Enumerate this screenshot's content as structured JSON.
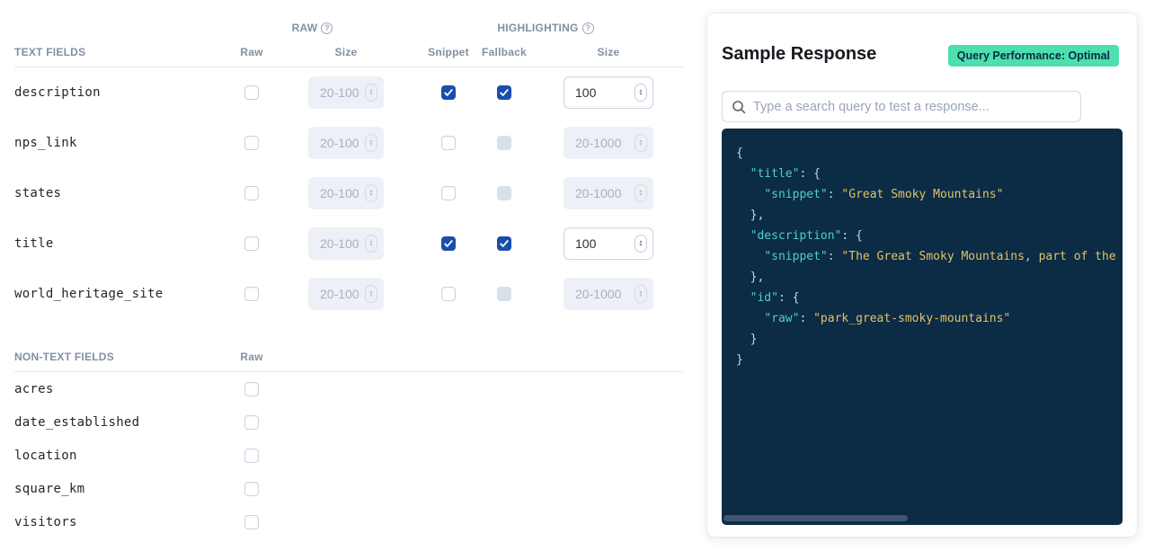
{
  "table": {
    "raw_group_label": "RAW",
    "highlighting_group_label": "HIGHLIGHTING",
    "help_icon_glyph": "?",
    "text_fields": {
      "header": "TEXT FIELDS",
      "col_raw": "Raw",
      "col_raw_size": "Size",
      "col_snippet": "Snippet",
      "col_fallback": "Fallback",
      "col_snippet_size": "Size",
      "size_placeholder": "20-1000",
      "rows": [
        {
          "name": "description",
          "raw": false,
          "raw_size": "",
          "snippet": true,
          "fallback": true,
          "snippet_size": "100"
        },
        {
          "name": "nps_link",
          "raw": false,
          "raw_size": "",
          "snippet": false,
          "fallback": null,
          "snippet_size": ""
        },
        {
          "name": "states",
          "raw": false,
          "raw_size": "",
          "snippet": false,
          "fallback": null,
          "snippet_size": ""
        },
        {
          "name": "title",
          "raw": false,
          "raw_size": "",
          "snippet": true,
          "fallback": true,
          "snippet_size": "100"
        },
        {
          "name": "world_heritage_site",
          "raw": false,
          "raw_size": "",
          "snippet": false,
          "fallback": null,
          "snippet_size": ""
        }
      ]
    },
    "non_text_fields": {
      "header": "NON-TEXT FIELDS",
      "col_raw": "Raw",
      "rows": [
        {
          "name": "acres",
          "raw": false
        },
        {
          "name": "date_established",
          "raw": false
        },
        {
          "name": "location",
          "raw": false
        },
        {
          "name": "square_km",
          "raw": false
        },
        {
          "name": "visitors",
          "raw": false
        }
      ]
    }
  },
  "sample_response": {
    "title": "Sample Response",
    "badge": "Query Performance: Optimal",
    "badge_color": "#4ce0ac",
    "search_placeholder": "Type a search query to test a response...",
    "code_lines": [
      [
        [
          "p",
          "{"
        ]
      ],
      [
        [
          "p",
          "  "
        ],
        [
          "k",
          "\"title\""
        ],
        [
          "p",
          ": {"
        ]
      ],
      [
        [
          "p",
          "    "
        ],
        [
          "k",
          "\"snippet\""
        ],
        [
          "p",
          ": "
        ],
        [
          "s",
          "\"Great Smoky Mountains\""
        ]
      ],
      [
        [
          "p",
          "  },"
        ]
      ],
      [
        [
          "p",
          "  "
        ],
        [
          "k",
          "\"description\""
        ],
        [
          "p",
          ": {"
        ]
      ],
      [
        [
          "p",
          "    "
        ],
        [
          "k",
          "\"snippet\""
        ],
        [
          "p",
          ": "
        ],
        [
          "s",
          "\"The Great Smoky Mountains, part of the Appalachian Mountains\""
        ]
      ],
      [
        [
          "p",
          "  },"
        ]
      ],
      [
        [
          "p",
          "  "
        ],
        [
          "k",
          "\"id\""
        ],
        [
          "p",
          ": {"
        ]
      ],
      [
        [
          "p",
          "    "
        ],
        [
          "k",
          "\"raw\""
        ],
        [
          "p",
          ": "
        ],
        [
          "s",
          "\"park_great-smoky-mountains\""
        ]
      ],
      [
        [
          "p",
          "  }"
        ]
      ],
      [
        [
          "p",
          "}"
        ]
      ]
    ]
  },
  "colors": {
    "checkbox_checked": "#1b4dab",
    "code_background": "#0c2b45",
    "code_key": "#50ced2",
    "code_string": "#e0c368"
  }
}
